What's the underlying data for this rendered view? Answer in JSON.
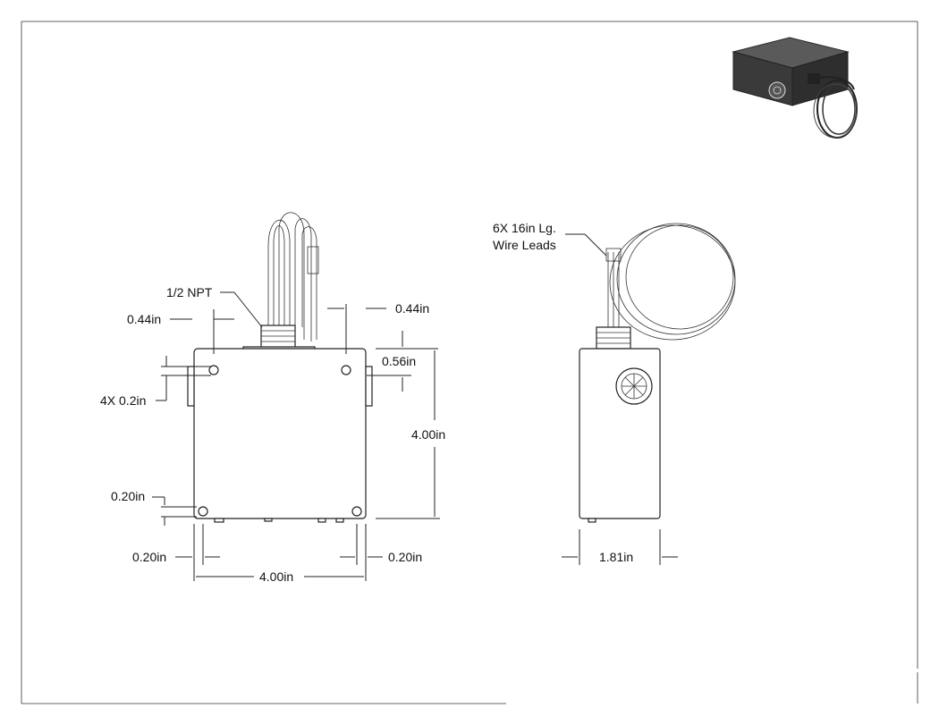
{
  "colors": {
    "ink": "#222222",
    "paper": "#ffffff",
    "box_dark": "#3a3a3a",
    "box_top": "#5a5a5a"
  },
  "labels": {
    "npt": "1/2 NPT",
    "top_left": "0.44in",
    "top_right": "0.44in",
    "hole_offset": "0.56in",
    "holes": "4X 0.2in",
    "height": "4.00in",
    "bottom_left_v": "0.20in",
    "bottom_left_h": "0.20in",
    "bottom_right_h": "0.20in",
    "width": "4.00in",
    "leads_line1": "6X 16in Lg.",
    "leads_line2": "Wire Leads",
    "depth": "1.81in"
  },
  "icons": {
    "knockout": "knockout-icon",
    "product": "product-photo-icon"
  }
}
